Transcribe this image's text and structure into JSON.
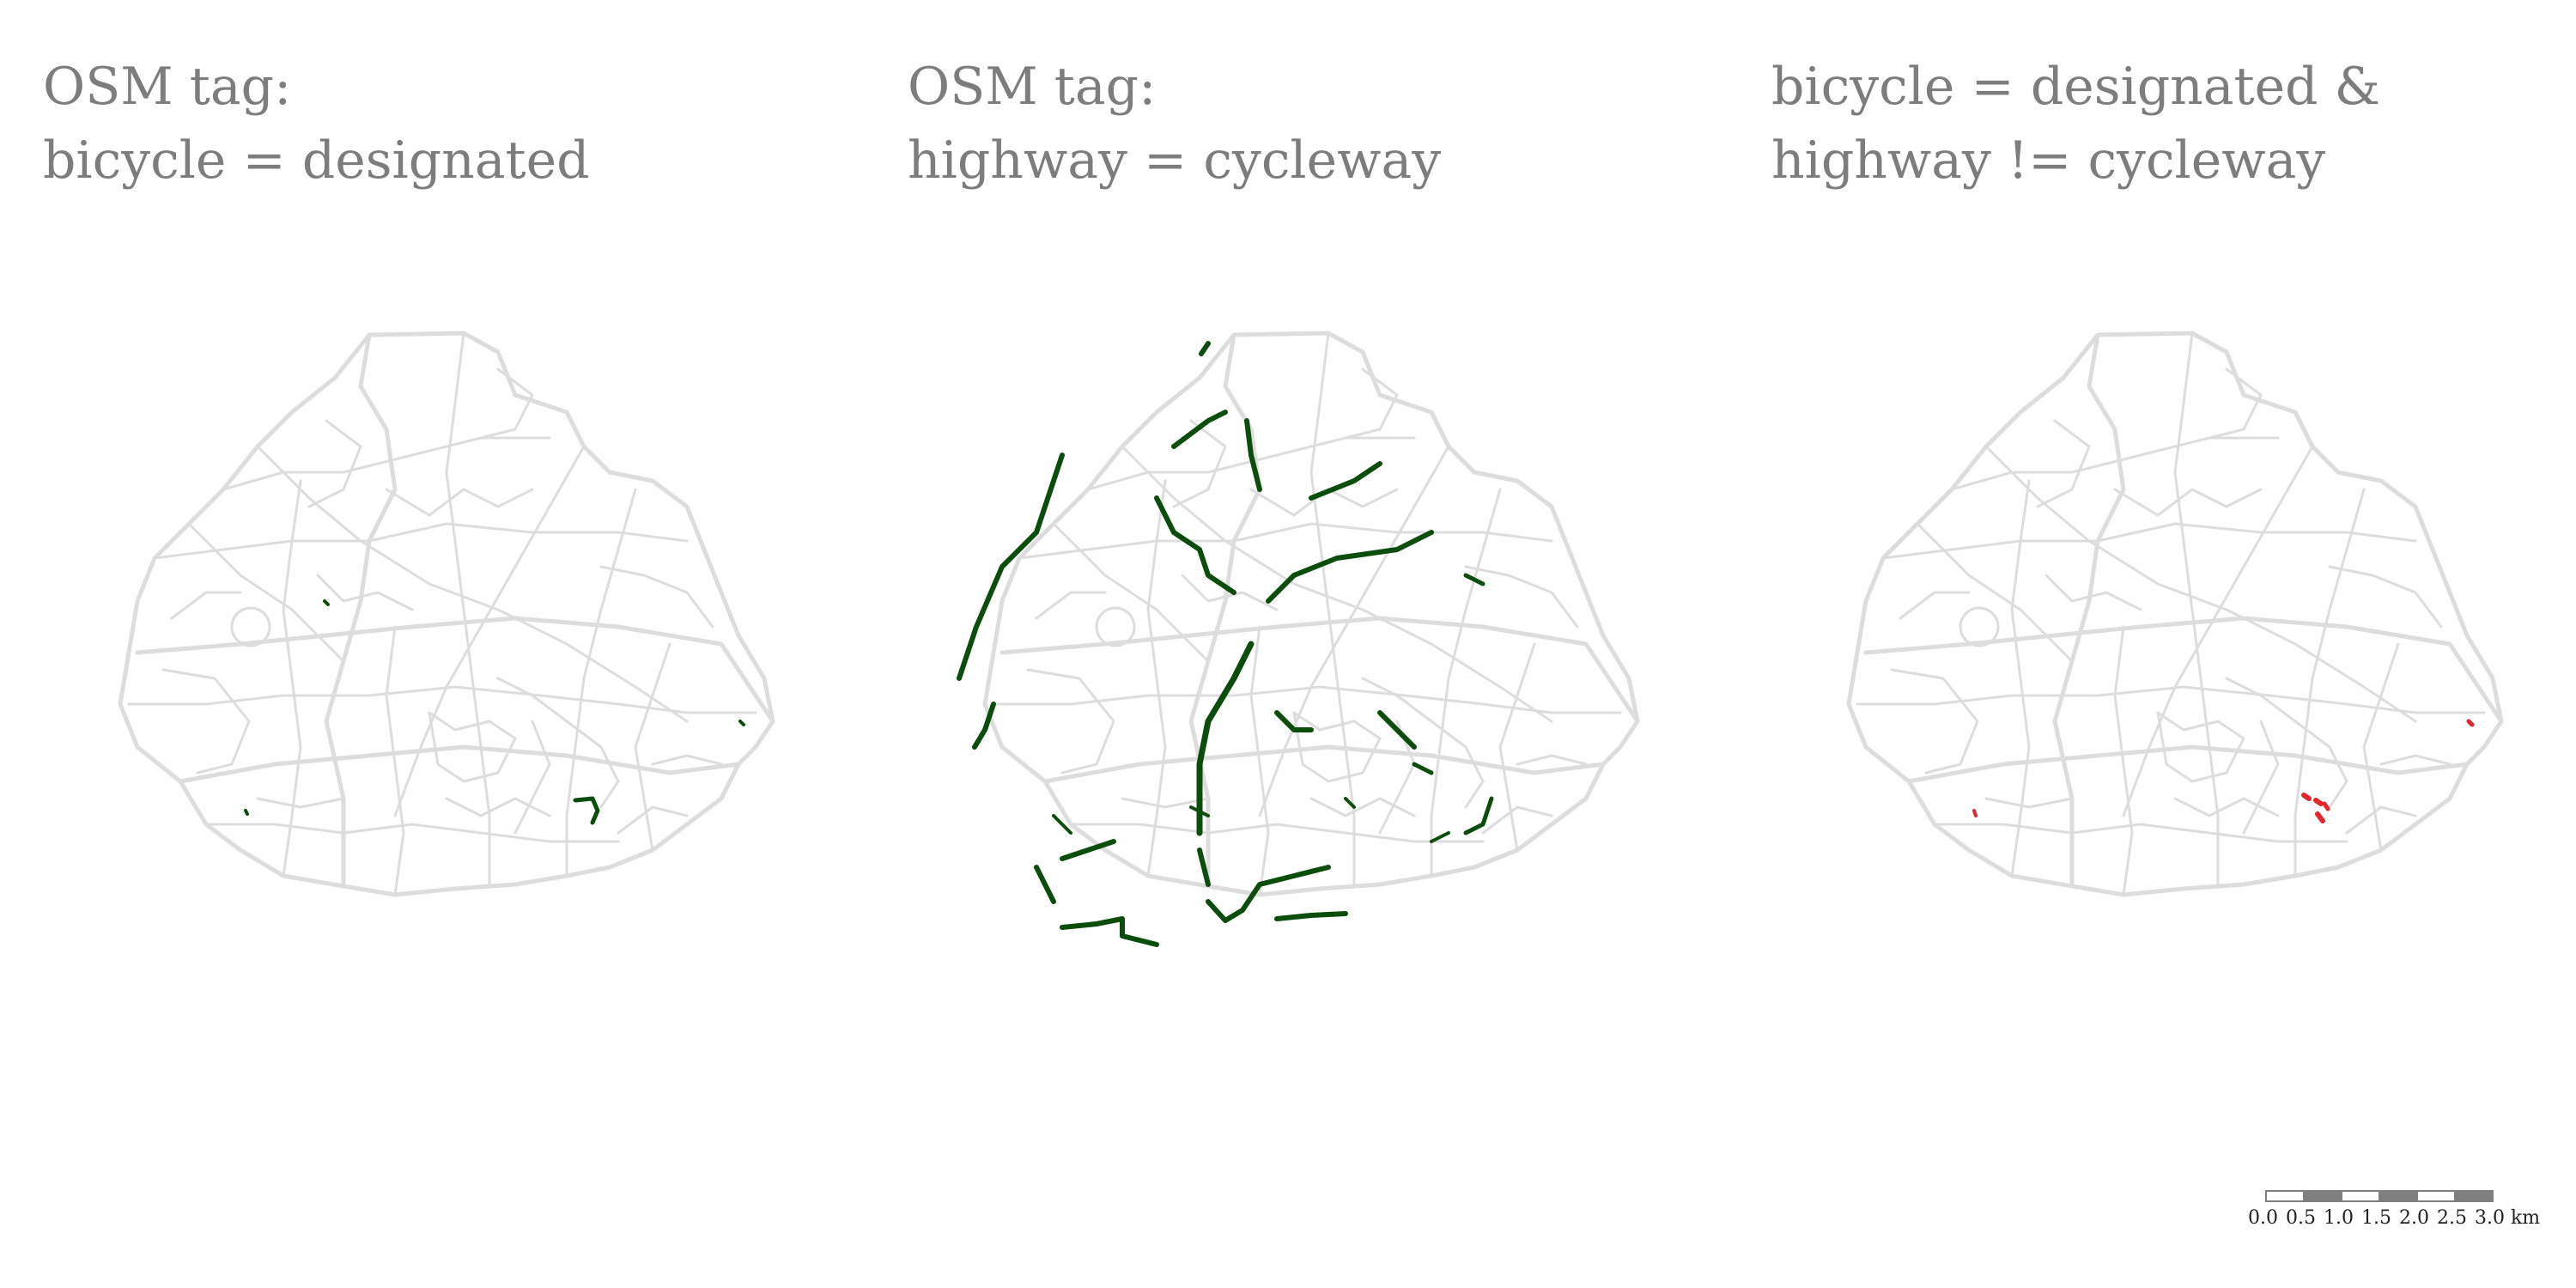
{
  "panels": [
    {
      "title_line1": "OSM tag:",
      "title_line2": "bicycle = designated",
      "highlight_color": "#0b4d0b"
    },
    {
      "title_line1": "OSM tag:",
      "title_line2": "highway = cycleway",
      "highlight_color": "#0b4d0b"
    },
    {
      "title_line1": "bicycle = designated &",
      "title_line2": "highway != cycleway",
      "highlight_color": "#e3262b"
    }
  ],
  "scalebar": {
    "labels": [
      "0.0",
      "0.5",
      "1.0",
      "1.5",
      "2.0",
      "2.5",
      "3.0 km"
    ]
  },
  "colors": {
    "road": "#dddddd",
    "title": "#7d7d7d",
    "scale_fill": "#7f7f7f"
  }
}
